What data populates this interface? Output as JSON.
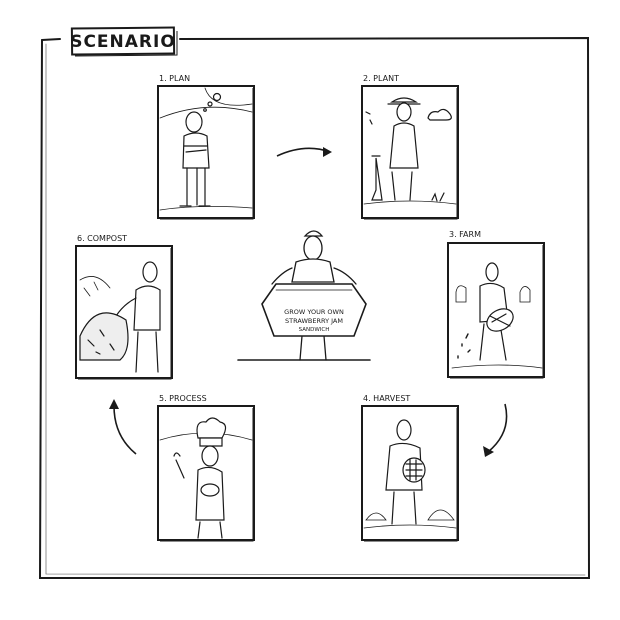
{
  "title": "SCENARIO",
  "center_sign": {
    "line1": "GROW YOUR OWN",
    "line2": "STRAWBERRY JAM",
    "line3": "SANDWICH"
  },
  "panels": [
    {
      "id": "plan",
      "label": "1. PLAN"
    },
    {
      "id": "plant",
      "label": "2. PLANT"
    },
    {
      "id": "farm",
      "label": "3. FARM"
    },
    {
      "id": "harvest",
      "label": "4. HARVEST"
    },
    {
      "id": "process",
      "label": "5. PROCESS"
    },
    {
      "id": "compost",
      "label": "6. COMPOST"
    }
  ],
  "colors": {
    "ink": "#1a1a1a",
    "paper": "#ffffff",
    "shade": "#e6e6e6"
  }
}
